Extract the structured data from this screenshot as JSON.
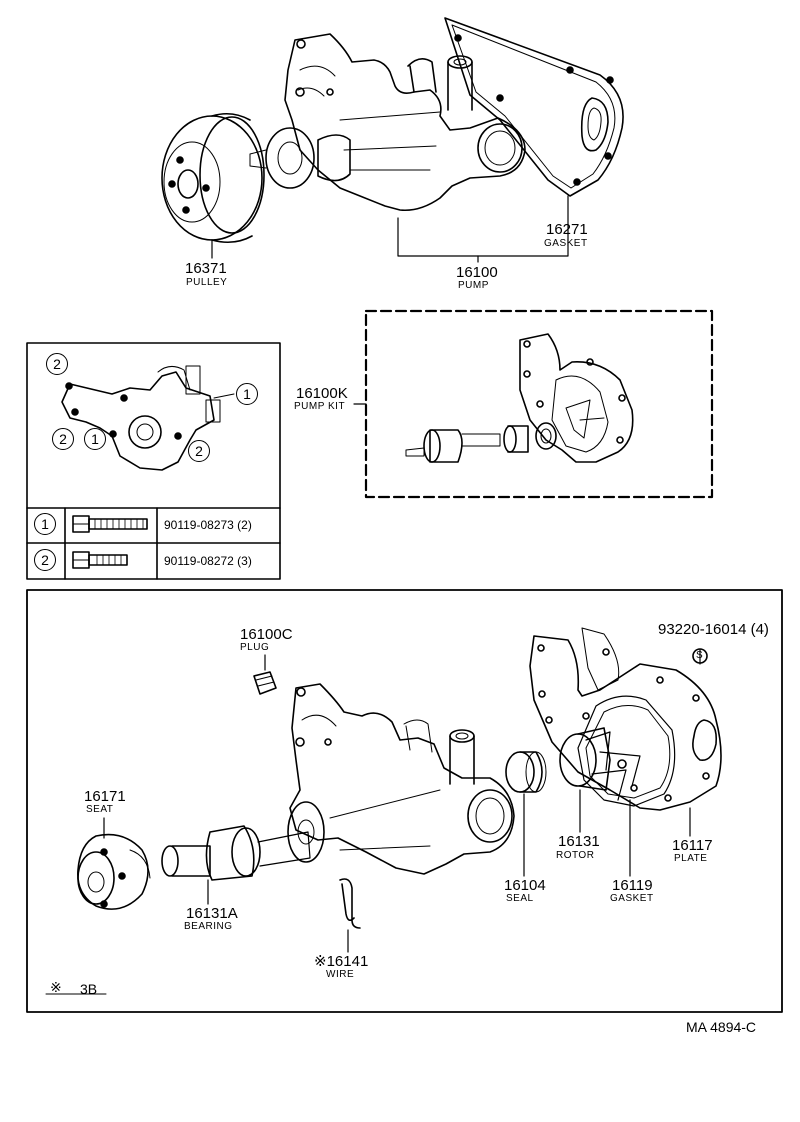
{
  "parts": {
    "p16371": {
      "number": "16371",
      "name": "PULLEY"
    },
    "p16100": {
      "number": "16100",
      "name": "PUMP"
    },
    "p16271": {
      "number": "16271",
      "name": "GASKET"
    },
    "p16100k": {
      "number": "16100K",
      "name": "PUMP KIT"
    },
    "p16100c": {
      "number": "16100C",
      "name": "PLUG"
    },
    "p93220": {
      "number": "93220-16014 (4)",
      "symbol": "S"
    },
    "p16171": {
      "number": "16171",
      "name": "SEAT"
    },
    "p16131a": {
      "number": "16131A",
      "name": "BEARING"
    },
    "p16141": {
      "number": "※16141",
      "name": "WIRE"
    },
    "p16104": {
      "number": "16104",
      "name": "SEAL"
    },
    "p16131": {
      "number": "16131",
      "name": "ROTOR"
    },
    "p16119": {
      "number": "16119",
      "name": "GASKET"
    },
    "p16117": {
      "number": "16117",
      "name": "PLATE"
    }
  },
  "bolt_table": {
    "callout_1": "1",
    "callout_2": "2",
    "rows": [
      {
        "ref": "1",
        "part_number": "90119-08273 (2)"
      },
      {
        "ref": "2",
        "part_number": "90119-08272 (3)"
      }
    ]
  },
  "note": {
    "symbol": "※",
    "text": "3B"
  },
  "diagram_id": "MA 4894-C"
}
